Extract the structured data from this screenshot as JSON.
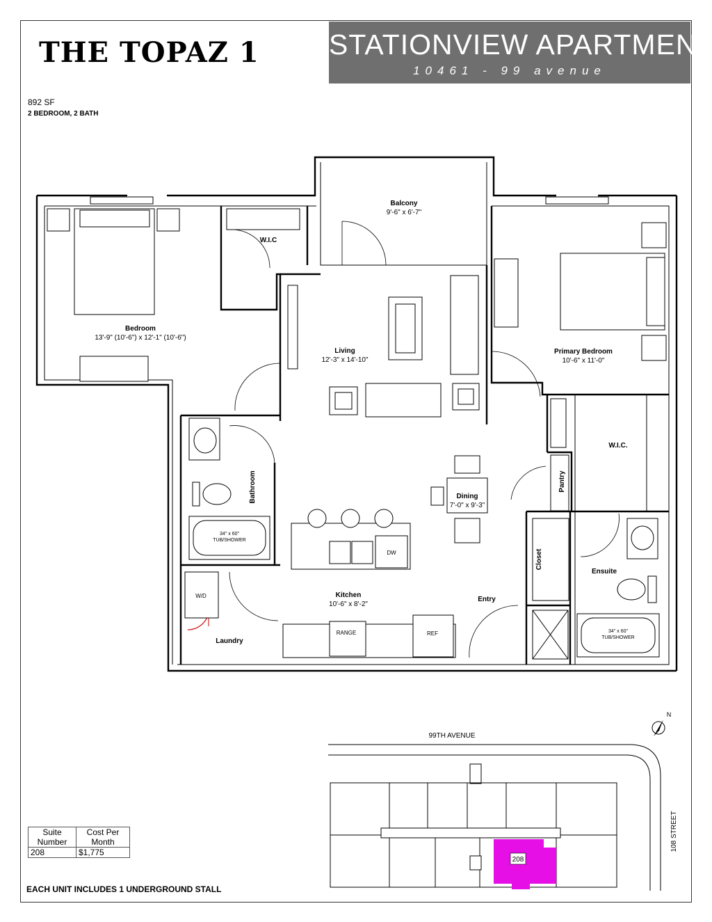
{
  "title": "THE TOPAZ 1",
  "banner": {
    "name": "STATIONVIEW APARTMENTS",
    "address": "10461  -  99 avenue",
    "bg_color": "#6f6f6f"
  },
  "area": "892 SF",
  "beds_baths": "2 BEDROOM, 2 BATH",
  "rooms": {
    "balcony": {
      "name": "Balcony",
      "dims": "9'-6\" x 6'-7\""
    },
    "wic_left": {
      "name": "W.I.C"
    },
    "bedroom": {
      "name": "Bedroom",
      "dims": "13'-9\" (10'-6\") x 12'-1\" (10'-6\")"
    },
    "living": {
      "name": "Living",
      "dims": "12'-3\" x 14'-10\""
    },
    "primary": {
      "name": "Primary Bedroom",
      "dims": "10'-6\" x 11'-0\""
    },
    "wic_right": {
      "name": "W.I.C."
    },
    "pantry": {
      "name": "Pantry"
    },
    "dining": {
      "name": "Dining",
      "dims": "7'-0\" x 9'-3\""
    },
    "bathroom": {
      "name": "Bathroom"
    },
    "closet": {
      "name": "Closet"
    },
    "ensuite": {
      "name": "Ensuite"
    },
    "kitchen": {
      "name": "Kitchen",
      "dims": "10'-6\" x 8'-2\""
    },
    "entry": {
      "name": "Entry"
    },
    "laundry": {
      "name": "Laundry"
    }
  },
  "fixtures": {
    "tub_dims": "34\" x 60\"",
    "tub_label": "TUB/SHOWER",
    "dw": "DW",
    "range": "RANGE",
    "ref": "REF",
    "wd": "W/D"
  },
  "site": {
    "avenue": "99TH AVENUE",
    "street": "108 STREET",
    "north": "N",
    "suite_marker": "208",
    "highlight_color": "#e60fe6"
  },
  "cost_table": {
    "headers": [
      "Suite Number",
      "Cost Per Month"
    ],
    "suite": "208",
    "cost": "$1,775"
  },
  "parking_note": "EACH UNIT INCLUDES 1 UNDERGROUND STALL"
}
